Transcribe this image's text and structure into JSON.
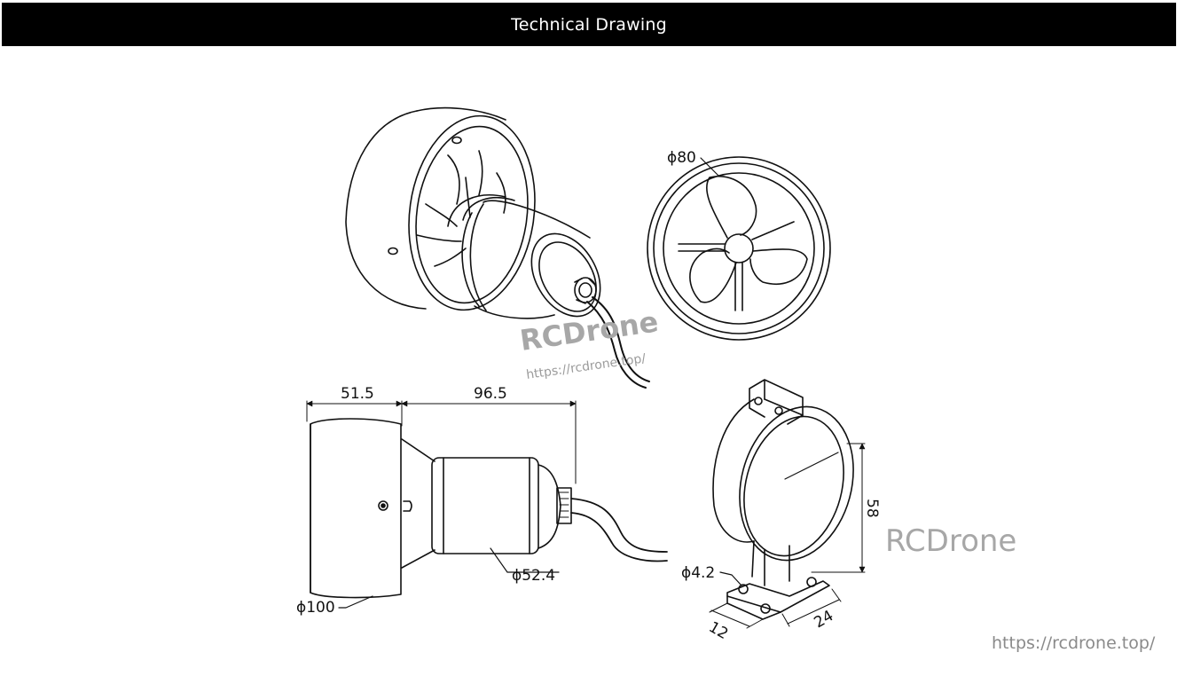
{
  "header": {
    "title": "Technical Drawing"
  },
  "dimensions": {
    "diameter_front": "ϕ80",
    "length_duct": "51.5",
    "length_motor": "96.5",
    "diameter_motor": "ϕ52.4",
    "diameter_duct": "ϕ100",
    "hole_diameter": "ϕ4.2",
    "bracket_height": "58",
    "bracket_width": "24",
    "bracket_depth": "12"
  },
  "watermarks": {
    "brand_main": "RCDrone",
    "url_main": "https://rcdrone.top/",
    "brand_side": "RCDrone",
    "url_bottom": "https://rcdrone.top/"
  },
  "colors": {
    "header_bg": "#000000",
    "header_text": "#ffffff",
    "line": "#111111",
    "watermark": "#a7a7a7"
  }
}
